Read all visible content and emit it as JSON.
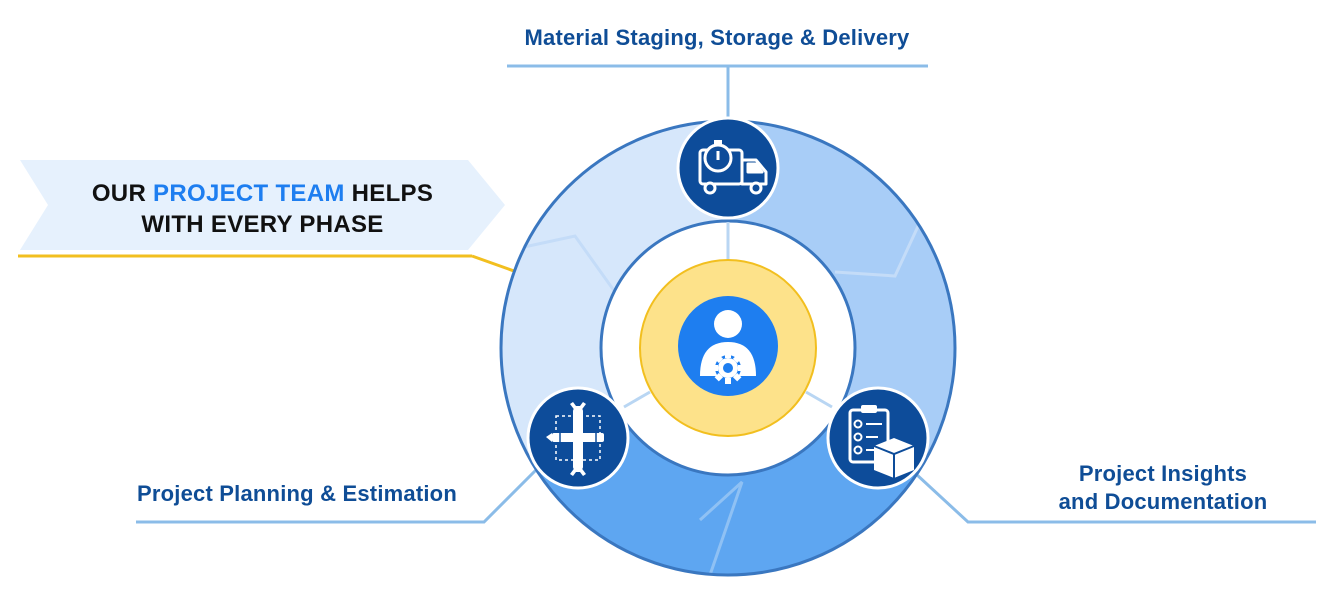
{
  "banner": {
    "prefix": "OUR ",
    "highlight": "PROJECT TEAM",
    "suffix": " HELPS",
    "line2": "WITH EVERY PHASE"
  },
  "phases": {
    "top": "Material Staging, Storage & Delivery",
    "left": "Project Planning & Estimation",
    "right_line1": "Project Insights",
    "right_line2": "and Documentation"
  },
  "icons": {
    "center": "person-gear-icon",
    "top": "delivery-truck-stopwatch-icon",
    "left": "wrench-pencil-tools-icon",
    "right": "clipboard-checklist-box-icon"
  },
  "colors": {
    "navy": "#0d4c9a",
    "accent_blue": "#1e7ef0",
    "ring_light": "#d6e7fb",
    "ring_mid": "#a8cdf7",
    "ring_dark": "#5ea6f1",
    "center_yellow": "#fde28a",
    "connector_blue": "#8bbce8",
    "connector_yellow": "#f2bf1f",
    "banner_fill": "#e6f1fd"
  }
}
